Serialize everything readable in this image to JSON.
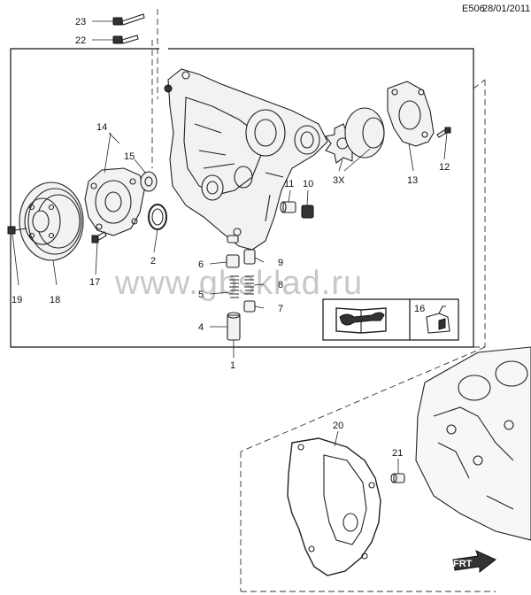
{
  "header": {
    "code": "E506",
    "date": "28/01/2011"
  },
  "watermark": "www.gbsklad.ru",
  "callouts": {
    "c1": "1",
    "c2": "2",
    "c3x": "3X",
    "c4": "4",
    "c5": "5",
    "c6": "6",
    "c7": "7",
    "c8": "8",
    "c9": "9",
    "c10": "10",
    "c11": "11",
    "c12": "12",
    "c13": "13",
    "c14": "14",
    "c15": "15",
    "c16": "16",
    "c17": "17",
    "c18": "18",
    "c19": "19",
    "c20": "20",
    "c21": "21",
    "c22": "22",
    "c23": "23"
  },
  "legend": {
    "label": "16"
  },
  "direction_mark": "FRT",
  "icons": [
    "manual-book-icon",
    "oil-can-icon",
    "front-arrow-icon"
  ]
}
